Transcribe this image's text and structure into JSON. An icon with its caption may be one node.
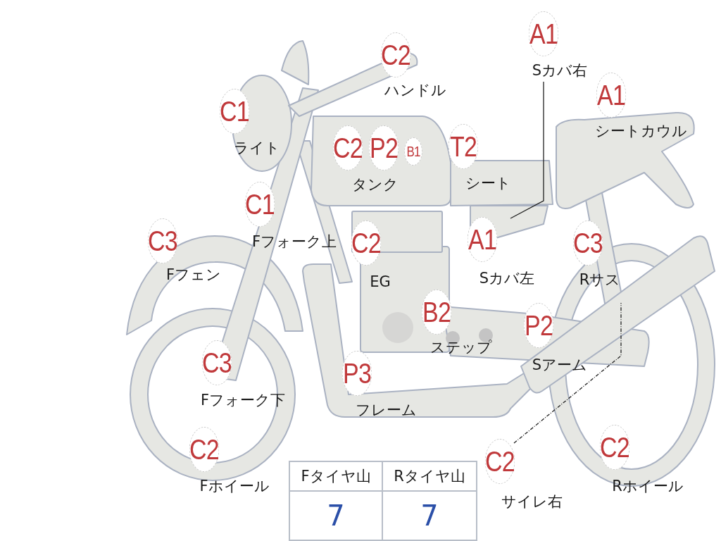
{
  "diagram": {
    "nodes": [
      {
        "text": [
          "A1"
        ],
        "beside": [
          "Sカバ右"
        ]
      },
      {
        "text": [
          "C2"
        ],
        "beside": [
          "ハンドル"
        ]
      },
      {
        "text": [
          "A1"
        ],
        "beside": [
          "シートカウル"
        ]
      },
      {
        "text": [
          "C1"
        ],
        "beside": [
          "ライト"
        ]
      },
      {
        "text": [
          "C2"
        ]
      },
      {
        "text": [
          "P2"
        ],
        "beside": [
          "タンク"
        ]
      },
      {
        "text": [
          "B1"
        ]
      },
      {
        "text": [
          "T2"
        ],
        "beside": [
          "シート"
        ]
      },
      {
        "text": [
          "C1"
        ],
        "beside": [
          "Fフォーク上"
        ]
      },
      {
        "text": [
          "C3"
        ],
        "beside": [
          "Fフェン"
        ]
      },
      {
        "text": [
          "C2"
        ],
        "beside": [
          "EG"
        ]
      },
      {
        "text": [
          "A1"
        ],
        "beside": [
          "Sカバ左"
        ]
      },
      {
        "text": [
          "C3"
        ],
        "beside": [
          "Rサス"
        ]
      },
      {
        "text": [
          "B2"
        ],
        "beside": [
          "ステップ"
        ]
      },
      {
        "text": [
          "P2"
        ],
        "beside": [
          "Sアーム"
        ]
      },
      {
        "text": [
          "C3"
        ],
        "beside": [
          "Fフォーク下"
        ]
      },
      {
        "text": [
          "P3"
        ],
        "beside": [
          "フレーム"
        ]
      },
      {
        "text": [
          "C2"
        ],
        "beside": [
          "Fホイール"
        ]
      },
      {
        "text": [
          "C2"
        ],
        "beside": [
          "サイレ右"
        ]
      },
      {
        "text": [
          "C2"
        ],
        "beside": [
          "Rホイール"
        ]
      }
    ],
    "edges": [
      {
        "from": 0,
        "to": null,
        "arrow": "none"
      },
      {
        "from": 18,
        "to": null,
        "arrow": "none",
        "style": "dashed"
      }
    ],
    "labels": [
      "Fタイヤ山",
      "Rタイヤ山",
      "7",
      "7"
    ]
  }
}
